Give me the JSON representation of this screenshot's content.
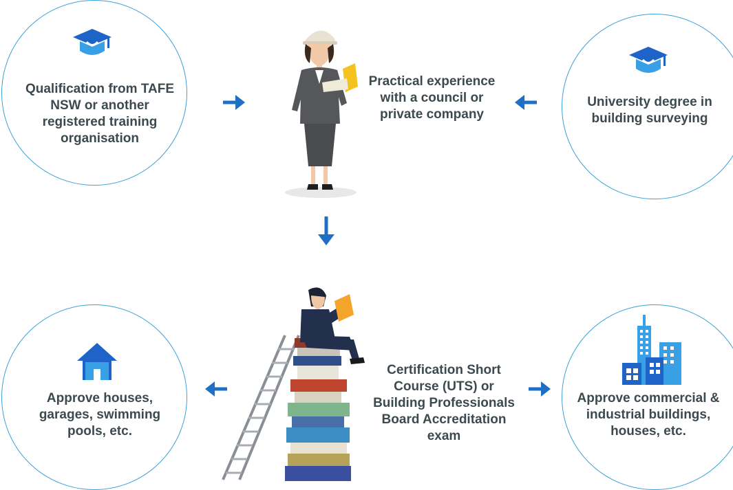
{
  "colors": {
    "circle_border": "#3aa0d8",
    "arrow": "#1f6fc4",
    "icon_blue": "#1e64c8",
    "icon_light_blue": "#3aa0e6",
    "text": "#3c4a50"
  },
  "diagram": {
    "top_left": {
      "label": "Qualification from TAFE NSW or another registered training organisation",
      "icon": "graduation-cap-icon"
    },
    "top_right": {
      "label": "University degree in building surveying",
      "icon": "graduation-cap-icon"
    },
    "center_top": {
      "label": "Practical experience with a council or private company",
      "figure": "engineer-woman-illustration"
    },
    "center_bottom": {
      "label": "Certification Short Course (UTS) or Building Professionals Board Accreditation exam",
      "figure": "man-reading-on-books-illustration"
    },
    "bottom_left": {
      "label": "Approve houses, garages, swimming pools, etc.",
      "icon": "house-icon"
    },
    "bottom_right": {
      "label": "Approve commercial & industrial buildings, houses, etc.",
      "icon": "buildings-icon"
    }
  }
}
